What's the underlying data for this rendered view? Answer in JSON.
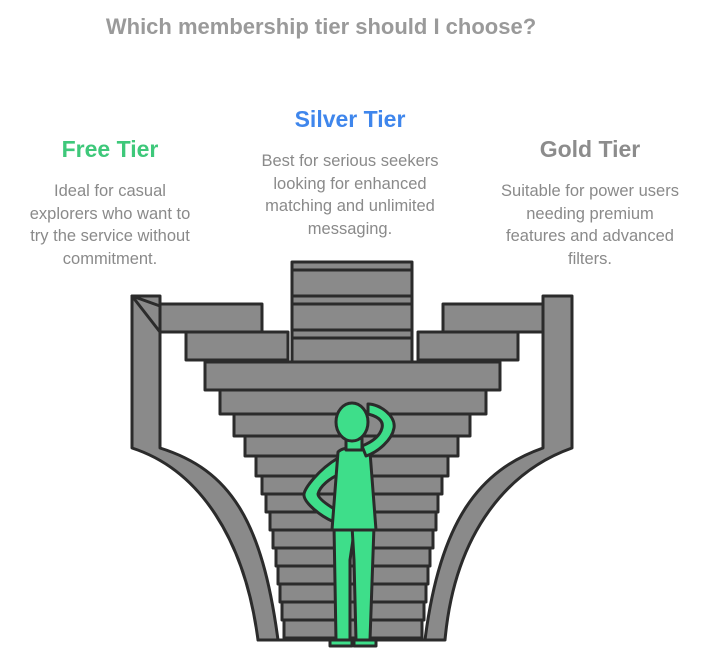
{
  "title": "Which membership tier should I choose?",
  "colors": {
    "free": "#3ec87a",
    "silver": "#3f86ec",
    "gold": "#8c8c8c",
    "stairs": "#8a8a8a",
    "person": "#3ede8a"
  },
  "tiers": [
    {
      "name": "Free Tier",
      "description": [
        "Ideal for casual",
        "explorers who want to",
        "try the service without",
        "commitment."
      ]
    },
    {
      "name": "Silver Tier",
      "description": [
        "Best for serious seekers",
        "looking for enhanced",
        "matching and unlimited",
        "messaging."
      ]
    },
    {
      "name": "Gold Tier",
      "description": [
        "Suitable for power users",
        "needing premium",
        "features and advanced",
        "filters."
      ]
    }
  ],
  "illustration": {
    "figure": "confused-person-icon",
    "structure": "three-way-staircase-icon"
  }
}
